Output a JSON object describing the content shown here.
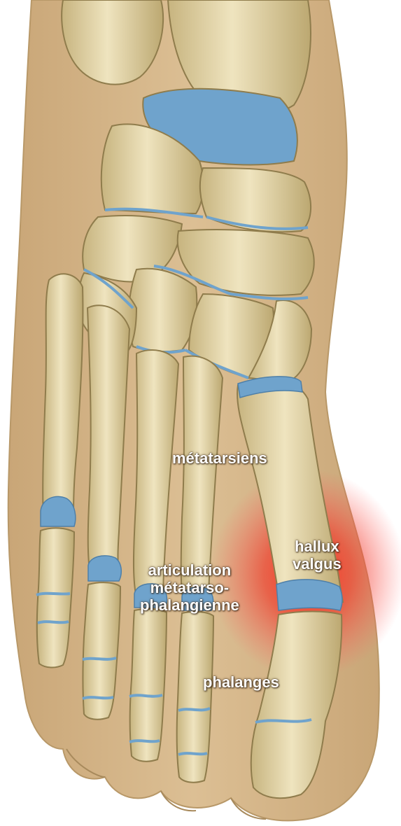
{
  "labels": {
    "metatarsiens": "métatarsiens",
    "hallux_line1": "hallux",
    "hallux_line2": "valgus",
    "articulation_line1": "articulation",
    "articulation_line2": "métatarso-",
    "articulation_line3": "phalangienne",
    "phalanges": "phalanges"
  },
  "colors": {
    "skin": "#d8b88c",
    "bone": "#e9ddb2",
    "bone_shadow": "#b9a572",
    "cartilage": "#6fa3cc",
    "inflammation": "#e8302a"
  }
}
